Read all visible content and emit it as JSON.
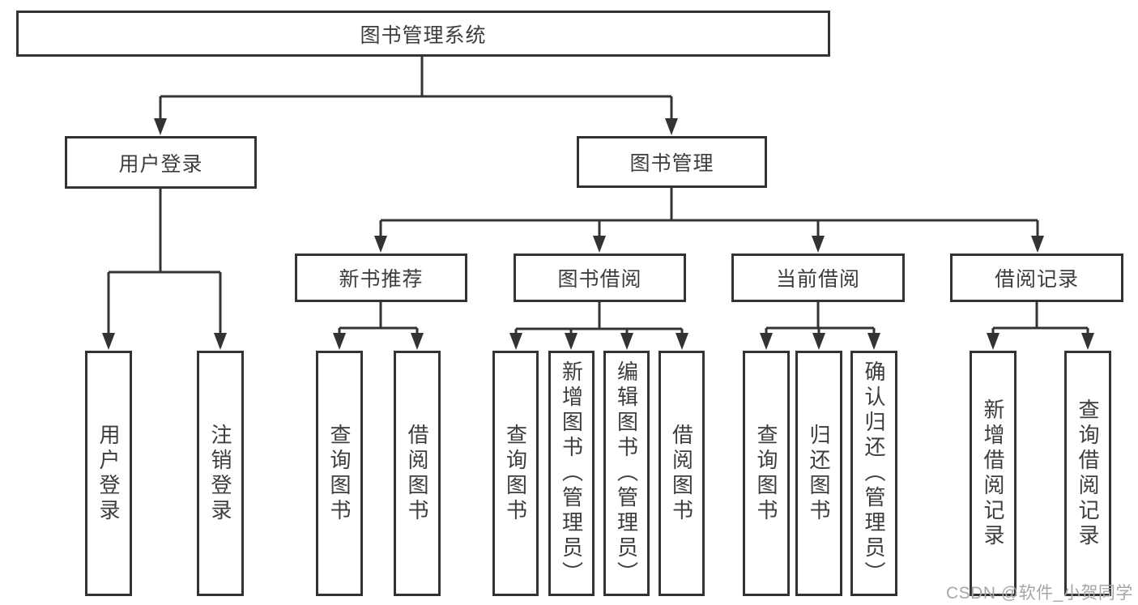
{
  "diagram": {
    "tree": {
      "label": "图书管理系统",
      "children": [
        {
          "label": "用户登录",
          "children": [
            {
              "label": "用户登录"
            },
            {
              "label": "注销登录"
            }
          ]
        },
        {
          "label": "图书管理",
          "children": [
            {
              "label": "新书推荐",
              "children": [
                {
                  "label": "查询图书"
                },
                {
                  "label": "借阅图书"
                }
              ]
            },
            {
              "label": "图书借阅",
              "children": [
                {
                  "label": "查询图书"
                },
                {
                  "label": "新增图书（管理员）"
                },
                {
                  "label": "编辑图书（管理员）"
                },
                {
                  "label": "借阅图书"
                }
              ]
            },
            {
              "label": "当前借阅",
              "children": [
                {
                  "label": "查询图书"
                },
                {
                  "label": "归还图书"
                },
                {
                  "label": "确认归还（管理员）"
                }
              ]
            },
            {
              "label": "借阅记录",
              "children": [
                {
                  "label": "新增借阅记录"
                },
                {
                  "label": "查询借阅记录"
                }
              ]
            }
          ]
        }
      ]
    },
    "watermark": "CSDN @软件_小贺同学",
    "colors": {
      "line": "#333333",
      "box_border": "#333333",
      "text": "#3d3d3d",
      "watermark": "#a6a6a6",
      "background": "#ffffff"
    }
  }
}
